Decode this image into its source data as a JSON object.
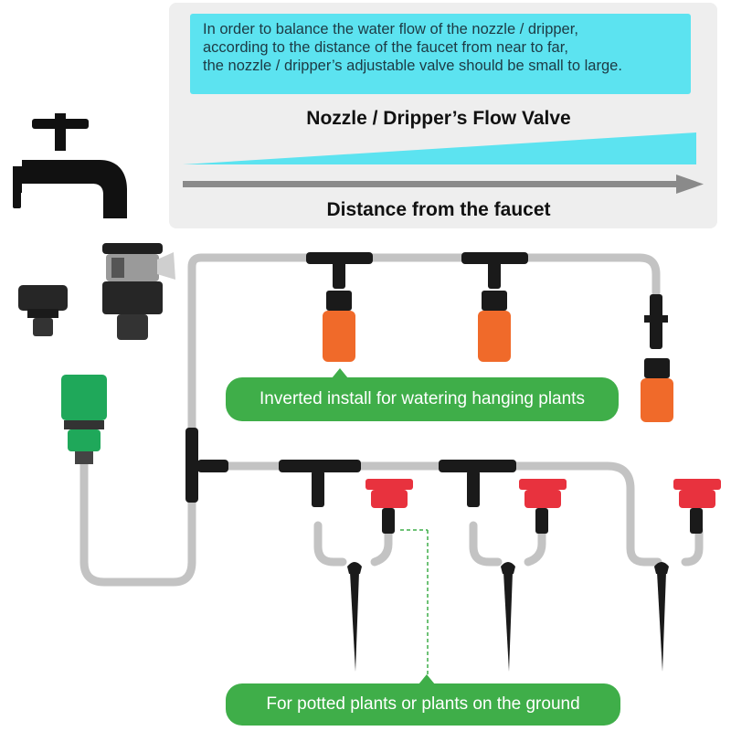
{
  "info_box": {
    "lines": [
      "In order to balance the water flow of the nozzle / dripper,",
      "according to the distance of the faucet from near to far,",
      "the nozzle / dripper’s adjustable valve should be small to large."
    ]
  },
  "flow_valve_label": "Nozzle / Dripper’s Flow Valve",
  "distance_label": "Distance from the faucet",
  "inverted_label": "Inverted install for watering hanging plants",
  "ground_label": "For potted plants or plants on the ground",
  "colors": {
    "info_bg": "#5ce3f0",
    "wedge": "#5ce3f0",
    "banner": "#3fae49",
    "pipe": "#c3c3c3",
    "orange_nozzle": "#f06a2a",
    "red_dripper": "#e8323e",
    "green_connector": "#1fa85a"
  },
  "icons": [
    "faucet-icon",
    "hose-adapter-icon",
    "faucet-adapter-icon",
    "quick-connector-icon",
    "tee-connector-icon",
    "adjustable-nozzle-icon",
    "dripper-icon",
    "stake-icon",
    "barbed-coupling-icon"
  ]
}
